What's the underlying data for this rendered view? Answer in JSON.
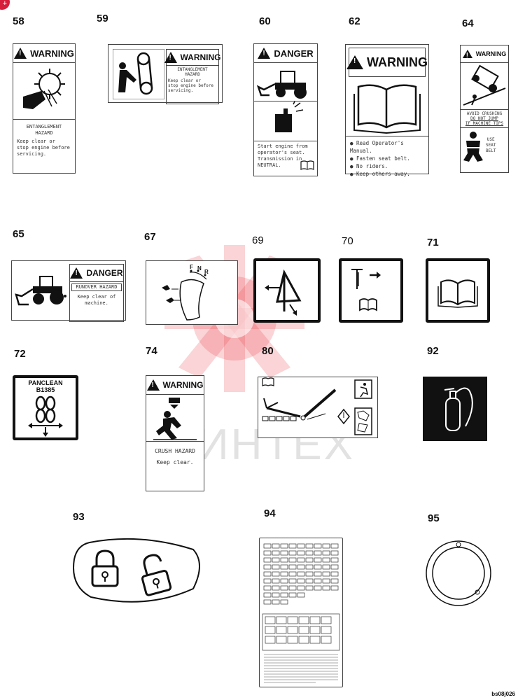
{
  "badge": "+",
  "watermark": "ИНТЕХ",
  "ref": "bs08j026",
  "numbers": {
    "n58": "58",
    "n59": "59",
    "n60": "60",
    "n62": "62",
    "n64": "64",
    "n65": "65",
    "n67": "67",
    "n69": "69",
    "n70": "70",
    "n71": "71",
    "n72": "72",
    "n74": "74",
    "n80": "80",
    "n92": "92",
    "n93": "93",
    "n94": "94",
    "n95": "95"
  },
  "d58": {
    "header": "WARNING",
    "l1": "ENTANGLEMENT",
    "l2": "HAZARD",
    "l3": "Keep clear or",
    "l4": "stop engine before",
    "l5": "servicing."
  },
  "d59": {
    "header": "WARNING",
    "l1": "ENTANGLEMENT",
    "l2": "HAZARD",
    "l3": "Keep clear or",
    "l4": "stop engine before",
    "l5": "servicing."
  },
  "d60": {
    "header": "DANGER",
    "l1": "Start engine from",
    "l2": "operator's seat.",
    "l3": "Transmission in",
    "l4": "NEUTRAL."
  },
  "d62": {
    "header": "WARNING",
    "b1": "Read Operator's Manual.",
    "b2": "Fasten seat belt.",
    "b3": "No riders.",
    "b4": "Keep others away."
  },
  "d64": {
    "header": "WARNING",
    "l1": "AVOID CRUSHING",
    "l2": "DO NOT JUMP",
    "l3": "IF MACHINE TIPS",
    "l4": "USE",
    "l5": "SEAT",
    "l6": "BELT"
  },
  "d65": {
    "header": "DANGER",
    "l1": "RUNOVER HAZARD",
    "l2": "Keep clear of",
    "l3": "machine."
  },
  "d67": {
    "f": "F",
    "n": "N",
    "r": "R"
  },
  "d72": {
    "l1": "PANCLEAN",
    "l2": "B1385"
  },
  "d74": {
    "header": "WARNING",
    "l1": "CRUSH HAZARD",
    "l2": "Keep clear."
  }
}
